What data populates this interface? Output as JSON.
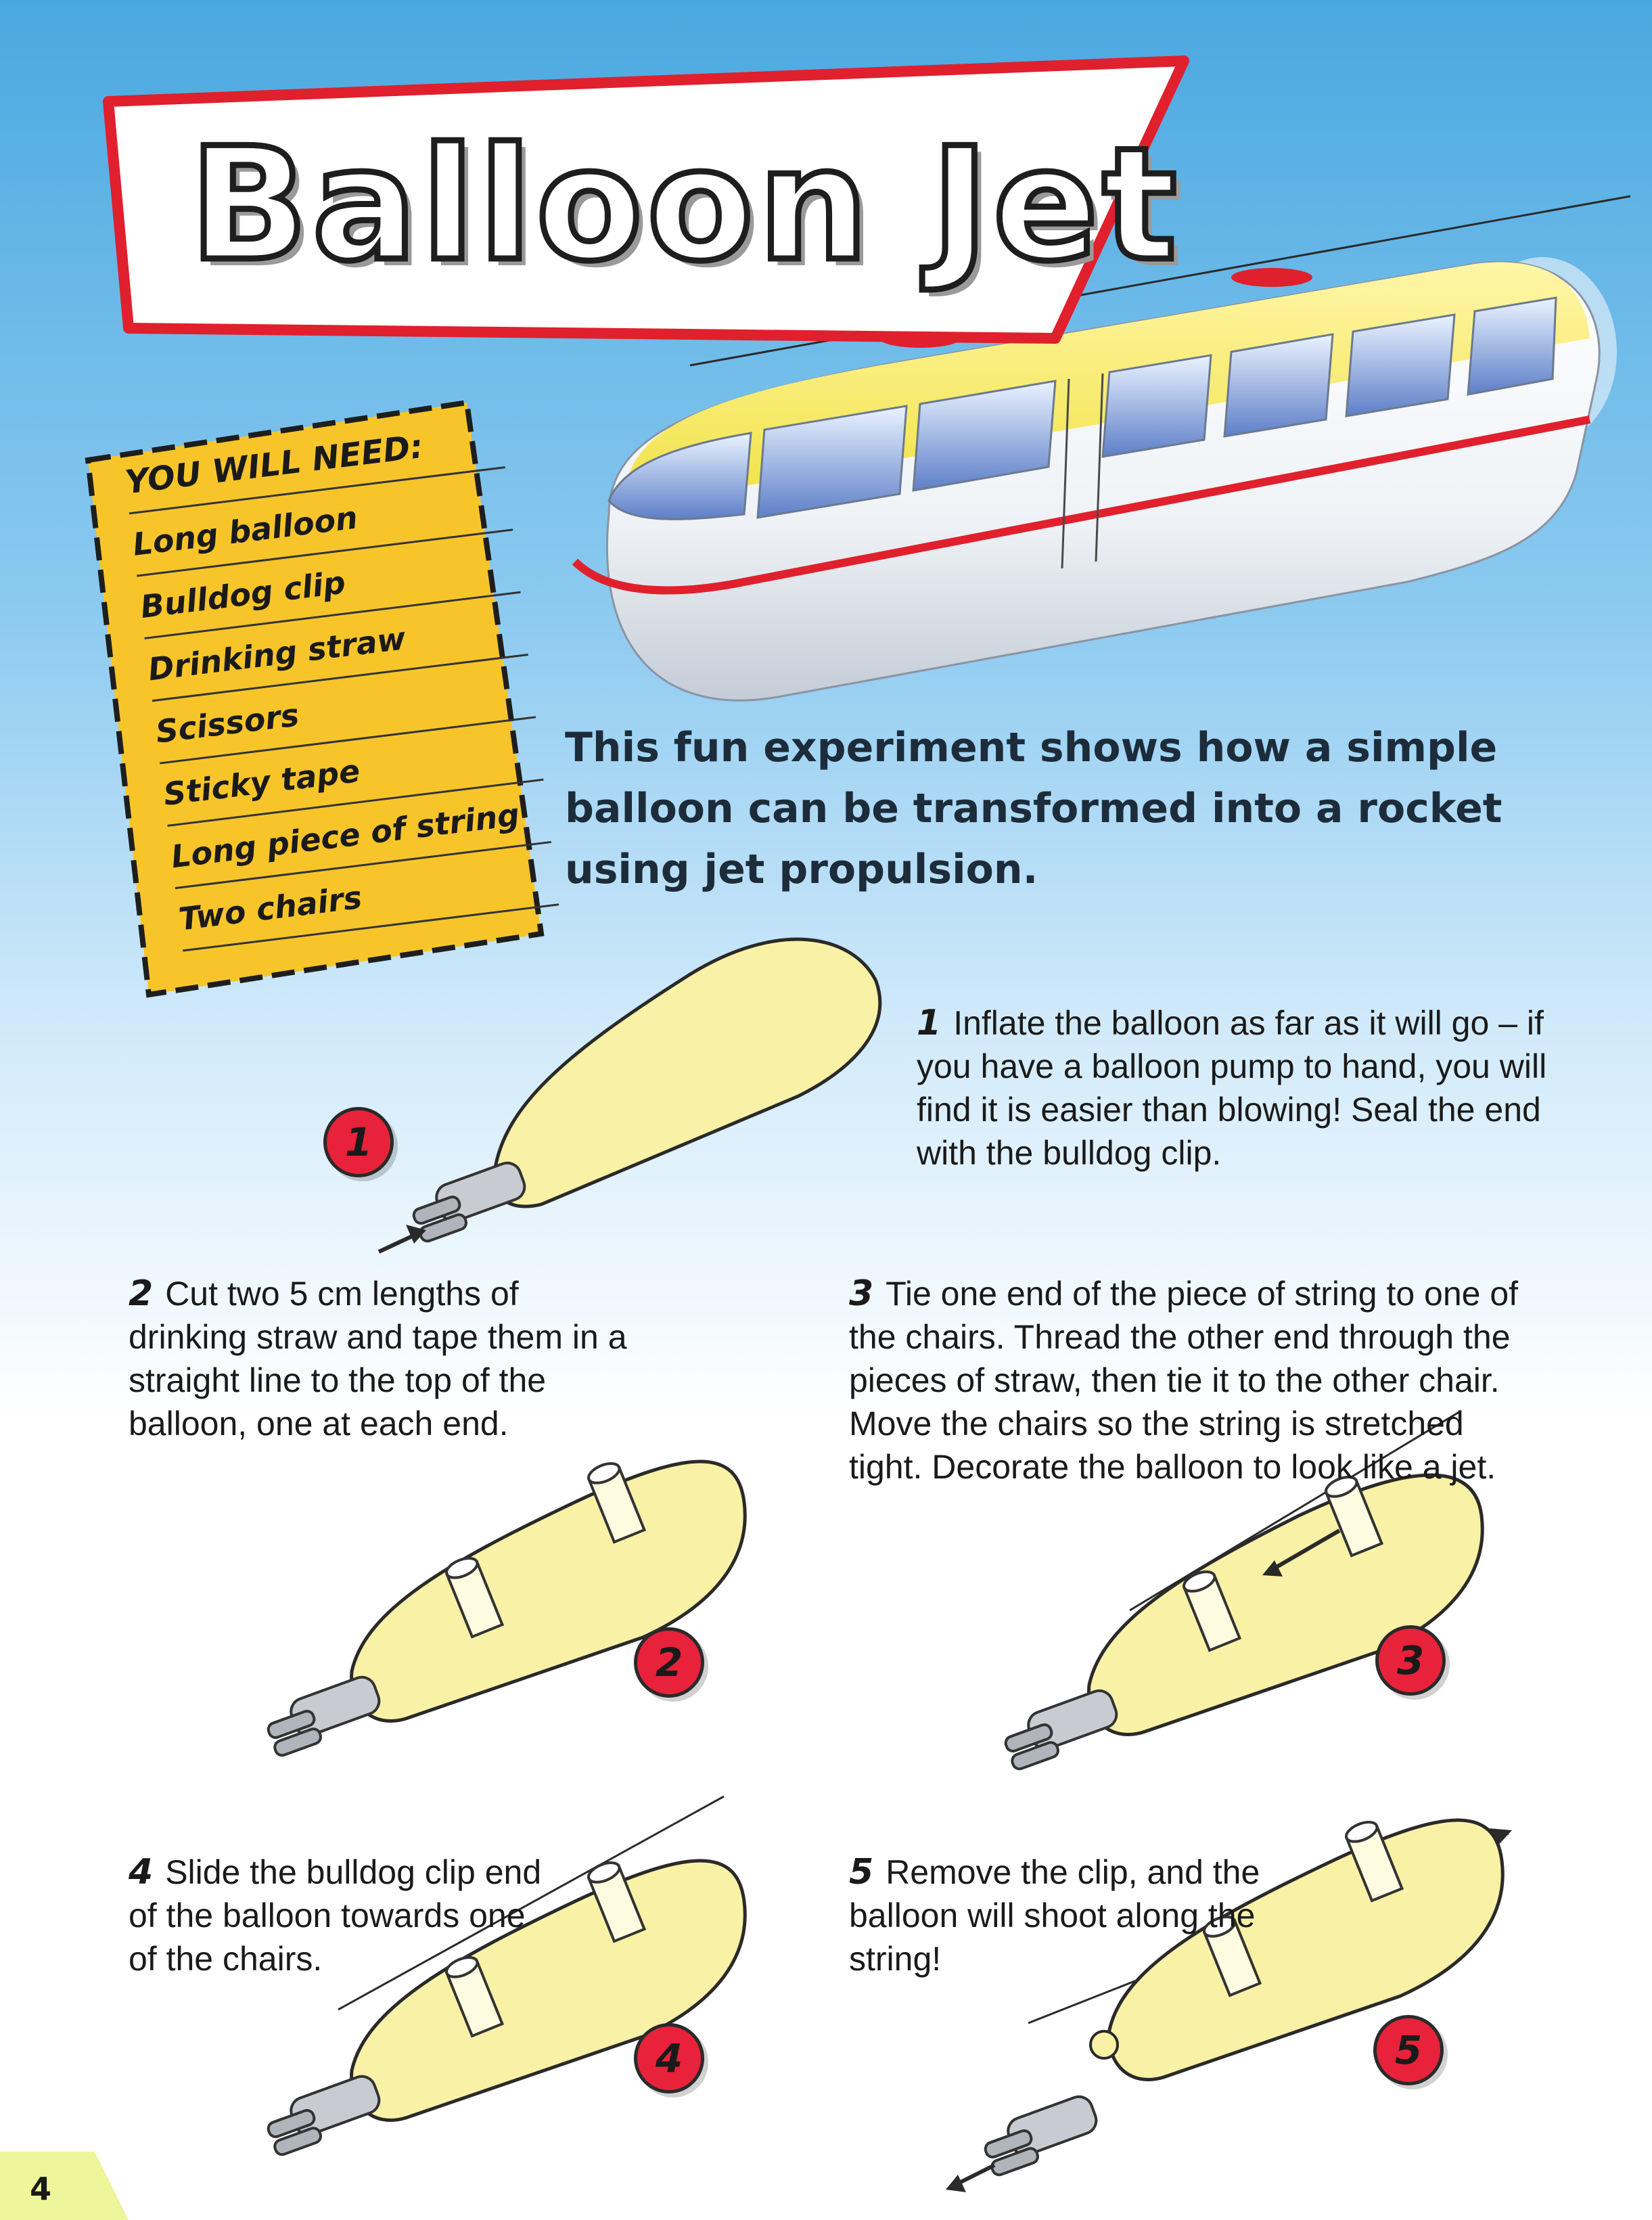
{
  "title": "Balloon Jet",
  "needs": {
    "heading": "YOU WILL NEED:",
    "items": [
      "Long balloon",
      "Bulldog clip",
      "Drinking straw",
      "Scissors",
      "Sticky tape",
      "Long piece of string",
      "Two chairs"
    ]
  },
  "intro": "This fun experiment shows how a simple balloon can be transformed into a rocket using jet propulsion.",
  "steps": [
    {
      "number": "1",
      "text": "Inflate the balloon as far as it will go – if you have a balloon pump to hand, you will find it is easier than blowing! Seal the end with the bulldog clip."
    },
    {
      "number": "2",
      "text": "Cut two 5 cm lengths of drinking straw and tape them in a straight line to the top of the balloon, one at each end."
    },
    {
      "number": "3",
      "text": "Tie one end of the piece of string to one of the chairs. Thread the other end through the pieces of straw, then tie it to the other chair. Move the chairs so the string is stretched tight. Decorate the balloon to look like a jet."
    },
    {
      "number": "4",
      "text": "Slide the bulldog clip end of the balloon towards one of the chairs."
    },
    {
      "number": "5",
      "text": "Remove the clip, and the balloon will shoot along the string!"
    }
  ],
  "badges": [
    "1",
    "2",
    "3",
    "4",
    "5"
  ],
  "page_number": "4",
  "colors": {
    "sky": "#4aa8e0",
    "banner_border": "#e0202c",
    "card_yellow": "#f7c52a",
    "balloon": "#f9f1a6",
    "badge_red": "#e8223a"
  }
}
